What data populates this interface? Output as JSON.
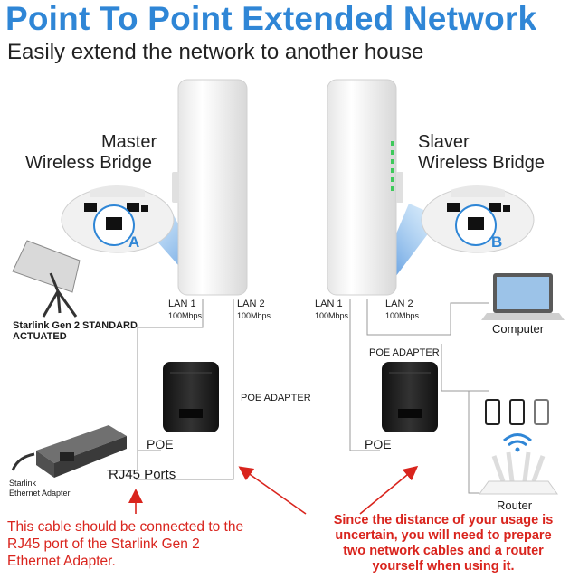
{
  "header": {
    "title": "Point To Point Extended Network",
    "subtitle": "Easily extend the network to another house"
  },
  "master": {
    "label_line1": "Master",
    "label_line2": "Wireless Bridge",
    "port_letter": "A",
    "lan1": "LAN 1",
    "lan1_speed": "100Mbps",
    "lan2": "LAN 2",
    "lan2_speed": "100Mbps"
  },
  "slaver": {
    "label_line1": "Slaver",
    "label_line2": "Wireless Bridge",
    "port_letter": "B",
    "lan1": "LAN 1",
    "lan1_speed": "100Mbps",
    "lan2": "LAN 2",
    "lan2_speed": "100Mbps"
  },
  "left_side": {
    "starlink_line1": "Starlink Gen 2 STANDARD",
    "starlink_line2": "ACTUATED",
    "poe_adapter": "POE ADAPTER",
    "poe": "POE",
    "adapter_line1": "Starlink",
    "adapter_line2": "Ethernet Adapter",
    "rj45": "RJ45 Ports"
  },
  "right_side": {
    "poe_adapter": "POE ADAPTER",
    "poe": "POE",
    "computer": "Computer",
    "router": "Router"
  },
  "notes": {
    "left_line1": "This cable should be connected to the",
    "left_line2": "RJ45 port of the Starlink Gen 2",
    "left_line3": "Ethernet Adapter.",
    "right_line1": "Since the distance of your usage is",
    "right_line2": "uncertain, you will need to prepare",
    "right_line3": "two network cables and a router",
    "right_line4": "yourself when using it."
  },
  "colors": {
    "title": "#2f86d6",
    "note": "#d9241d",
    "beam": "#2f86d6"
  }
}
